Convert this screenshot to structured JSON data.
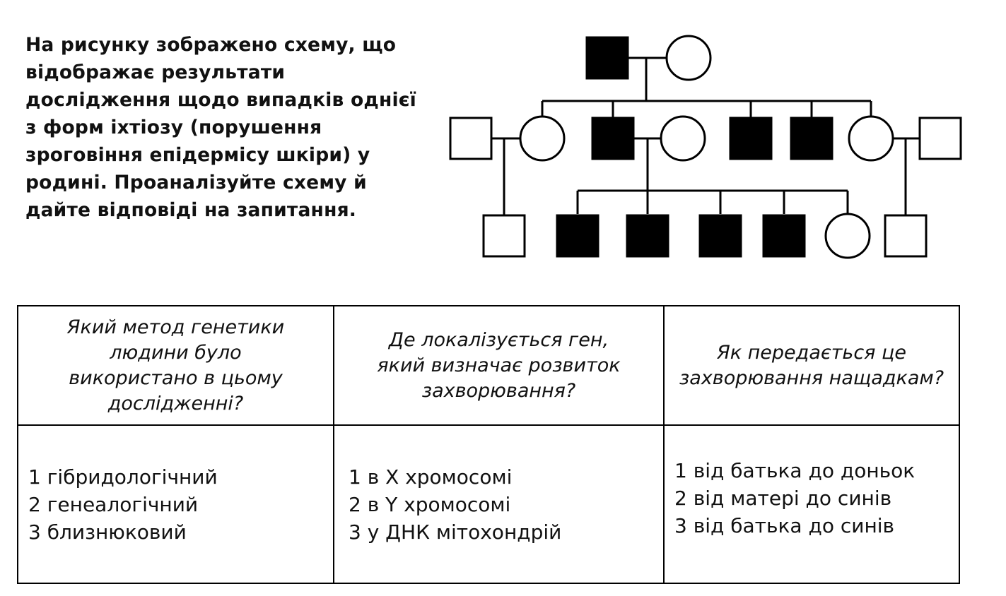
{
  "intro_lines": [
    "На рисунку зображено схему, що",
    "відображає результати",
    "дослідження щодо випадків однієї",
    "з форм іхтіозу (порушення",
    "зроговіння епідермісу шкіри) у",
    "родині. Проаналізуйте схему й",
    "дайте відповіді на запитання."
  ],
  "pedigree": {
    "affected_color": "#000000",
    "unaffected_color": "#ffffff",
    "generations": [
      {
        "members": [
          {
            "sex": "male",
            "affected": true
          },
          {
            "sex": "female",
            "affected": false
          }
        ]
      },
      {
        "members": [
          {
            "sex": "male",
            "affected": false,
            "role": "spouse"
          },
          {
            "sex": "female",
            "affected": false
          },
          {
            "sex": "male",
            "affected": true
          },
          {
            "sex": "female",
            "affected": false,
            "role": "spouse"
          },
          {
            "sex": "male",
            "affected": true
          },
          {
            "sex": "male",
            "affected": true
          },
          {
            "sex": "female",
            "affected": false
          },
          {
            "sex": "male",
            "affected": false,
            "role": "spouse"
          }
        ]
      },
      {
        "members": [
          {
            "sex": "male",
            "affected": false
          },
          {
            "sex": "male",
            "affected": true
          },
          {
            "sex": "male",
            "affected": true
          },
          {
            "sex": "male",
            "affected": true
          },
          {
            "sex": "male",
            "affected": true
          },
          {
            "sex": "female",
            "affected": false
          },
          {
            "sex": "male",
            "affected": false
          }
        ]
      }
    ]
  },
  "table": {
    "questions": [
      [
        "Який метод генетики",
        "людини було",
        "використано в цьому",
        "дослідженні?"
      ],
      [
        "Де локалізується ген,",
        "який визначає розвиток",
        "захворювання?"
      ],
      [
        "Як передається це",
        "захворювання нащадкам?"
      ]
    ],
    "answers": [
      [
        "1 гібридологічний",
        "2 генеалогічний",
        "3 близнюковий"
      ],
      [
        "1 в Х хромосомі",
        "2 в Y хромосомі",
        "3 у ДНК мітохондрій"
      ],
      [
        "1 від батька до доньок",
        "2 від матері до синів",
        "3 від батька до синів"
      ]
    ]
  }
}
